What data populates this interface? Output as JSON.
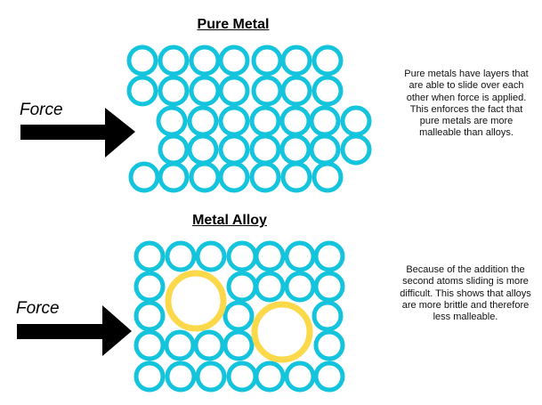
{
  "colors": {
    "pure_atom": "#14c4dd",
    "alloy_atom": "#fcd94a",
    "arrow": "#000000"
  },
  "pure_metal": {
    "title": "Pure Metal",
    "force_label": "Force",
    "description": "Pure metals have layers that are able to slide over each other when force is applied. This enforces the fact that pure metals are more malleable than alloys."
  },
  "metal_alloy": {
    "title": "Metal Alloy",
    "force_label": "Force",
    "description": "Because of the addition the second atoms sliding is more difficult. This shows that alloys are more brittle and therefore less malleable."
  }
}
